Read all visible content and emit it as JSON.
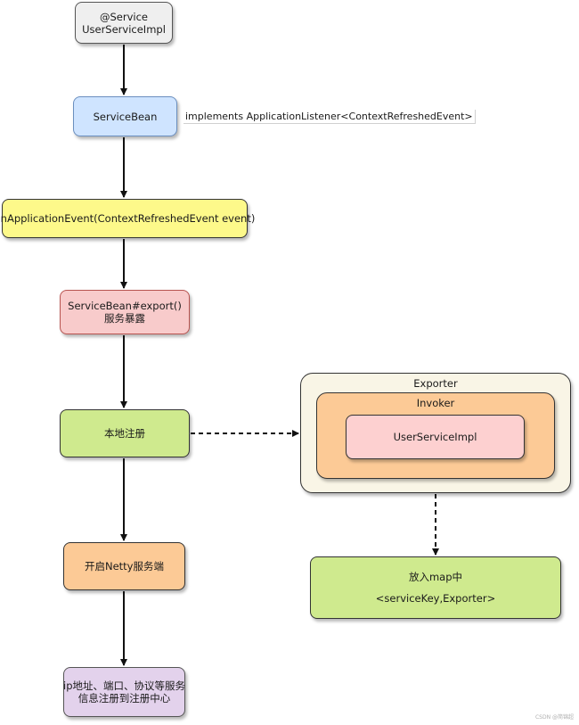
{
  "nodes": {
    "service_annotation": [
      "@Service",
      "UserServiceImpl"
    ],
    "service_bean": "ServiceBean",
    "implements_note": "implements ApplicationListener<ContextRefreshedEvent>",
    "on_application_event": "onApplicationEvent(ContextRefreshedEvent event)",
    "export": [
      "ServiceBean#export()",
      "服务暴露"
    ],
    "local_register": "本地注册",
    "start_netty": "开启Netty服务端",
    "registry": [
      "ip地址、端口、协议等服务",
      "信息注册到注册中心"
    ],
    "exporter": "Exporter",
    "invoker": "Invoker",
    "impl": "UserServiceImpl",
    "put_map": [
      "放入map中",
      "<serviceKey,Exporter>"
    ]
  },
  "watermark": "CSDN @简锦超",
  "colors": {
    "gray": "#efefef",
    "blue": "#cfe4ff",
    "yellow": "#fdf98a",
    "red": "#f8cbcb",
    "green": "#cfea8e",
    "orange": "#fcca96",
    "purple": "#e3d2ec",
    "cream": "#f9f5e6",
    "pink": "#fdd0d0"
  }
}
